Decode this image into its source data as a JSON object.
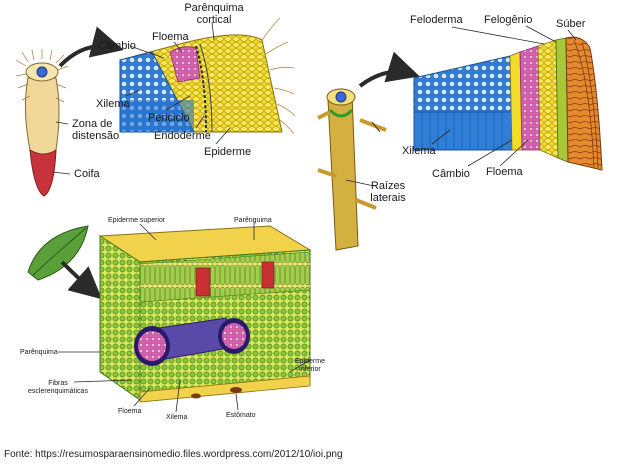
{
  "root": {
    "zona_de_distensao": "Zona de distensão",
    "coifa": "Coifa",
    "cambio": "Câmbio",
    "floema": "Floema",
    "parenquima_cortical": "Parênquima cortical",
    "xilema": "Xilema",
    "periciclo": "Periciclo",
    "endoderme": "Endoderme",
    "epiderme": "Epiderme"
  },
  "stem": {
    "feloderma": "Feloderma",
    "felogenio": "Felogênio",
    "suber": "Súber",
    "xilema": "Xilema",
    "cambio": "Câmbio",
    "floema": "Floema",
    "raizes_laterais": "Raízes laterais"
  },
  "leaf": {
    "epiderme_superior": "Epiderme superior",
    "parenquima_top": "Parênquima",
    "parenquima_left": "Parênquima",
    "fibras": "Fibras esclerenquimáticas",
    "floema": "Floema",
    "xilema": "Xilema",
    "estomato": "Estômato",
    "epiderme_inferior": "Epiderme inferior"
  },
  "footer": {
    "prefix": "Fonte:",
    "url": "https://resumosparaensinomedio.files.wordpress.com/2012/10/ioi.png"
  },
  "colors": {
    "xylem_blue": "#3a8fe0",
    "phloem_pink": "#d85fb0",
    "cortex_yellow": "#f2dc2a",
    "cork_orange": "#e07a20",
    "leaf_green": "#6aa83a",
    "vein_purple": "#5a4aa8",
    "arrow": "#2a2a2a"
  }
}
